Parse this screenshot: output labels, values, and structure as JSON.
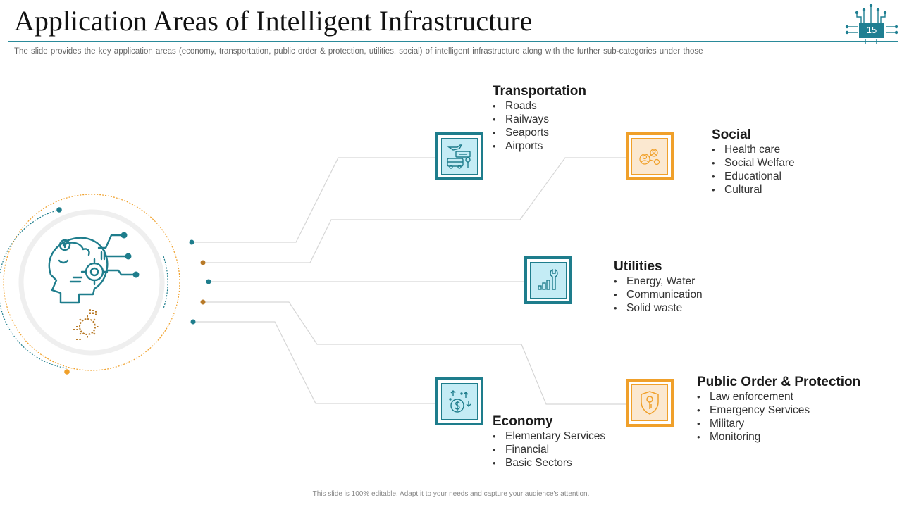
{
  "slide": {
    "title": "Application Areas of Intelligent Infrastructure",
    "subtitle": "The slide provides the key application areas (economy, transportation, public order & protection, utilities, social) of intelligent infrastructure along with the further sub-categories under those",
    "page_number": "15",
    "footer": "This slide is 100% editable. Adapt it to your needs and capture your audience's attention."
  },
  "colors": {
    "teal": "#1e7d8c",
    "orange": "#f0a02a",
    "tile_teal_fill": "#c4ecf5",
    "tile_orange_fill": "#fbe8d0"
  },
  "areas": [
    {
      "heading": "Transportation",
      "items": [
        "Roads",
        "Railways",
        "Seaports",
        "Airports"
      ],
      "icon": "transport-icon"
    },
    {
      "heading": "Social",
      "items": [
        "Health care",
        "Social Welfare",
        "Educational",
        "Cultural"
      ],
      "icon": "social-network-icon"
    },
    {
      "heading": "Utilities",
      "items": [
        "Energy, Water",
        "Communication",
        "Solid waste"
      ],
      "icon": "wrench-chart-icon"
    },
    {
      "heading": "Economy",
      "items": [
        "Elementary Services",
        "Financial",
        "Basic Sectors"
      ],
      "icon": "money-bag-icon"
    },
    {
      "heading": "Public Order & Protection",
      "items": [
        "Law enforcement",
        "Emergency Services",
        "Military",
        "Monitoring"
      ],
      "icon": "shield-key-icon"
    }
  ],
  "hub": {
    "icon": "brain-gear-head-icon"
  }
}
